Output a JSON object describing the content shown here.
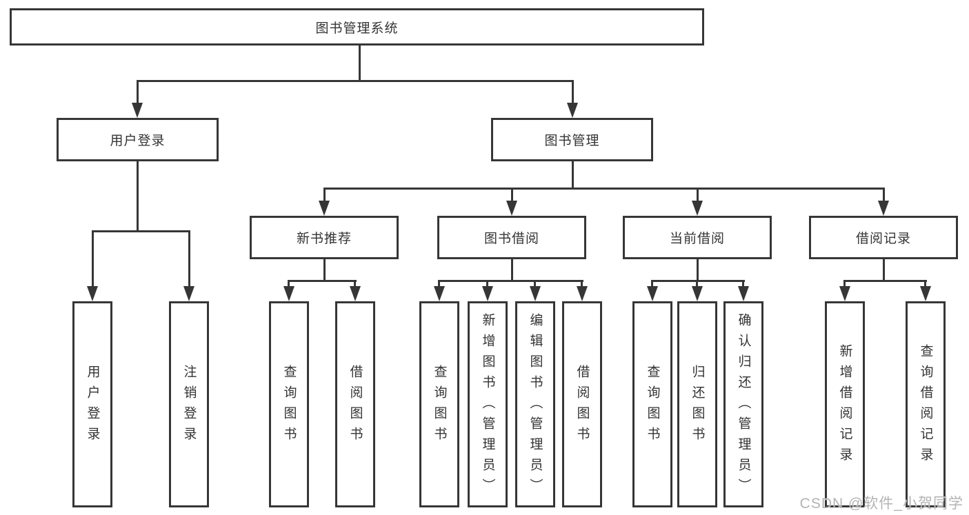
{
  "title": "图书管理系统",
  "tree": {
    "root": "图书管理系统",
    "level2": {
      "user_login": "用户登录",
      "book_management": "图书管理"
    },
    "level3": {
      "new_book": "新书推荐",
      "book_borrow": "图书借阅",
      "current_borrow": "当前借阅",
      "borrow_record": "借阅记录"
    },
    "leaves": {
      "user_login": [
        "用户登录",
        "注销登录"
      ],
      "new_book": [
        "查询图书",
        "借阅图书"
      ],
      "book_borrow": [
        "查询图书",
        "新增图书（管理员）",
        "编辑图书（管理员）",
        "借阅图书"
      ],
      "current_borrow": [
        "查询图书",
        "归还图书",
        "确认归还（管理员）"
      ],
      "borrow_record": [
        "新增借阅记录",
        "查询借阅记录"
      ]
    }
  },
  "watermark": "CSDN @软件_小贺同学",
  "colors": {
    "line": "#363636",
    "text": "#333333",
    "watermark": "#b3b3b3",
    "background": "#ffffff"
  }
}
